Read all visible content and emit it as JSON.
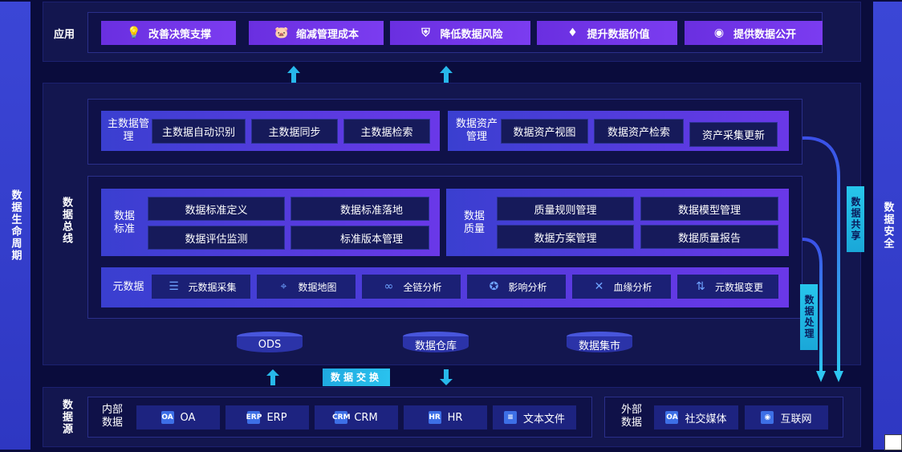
{
  "left_bar": {
    "label": "数据生命周期"
  },
  "right_bar": {
    "label": "数据安全"
  },
  "app": {
    "label": "应用",
    "items": [
      {
        "label": "改善决策支撑",
        "icon": "lightbulb-icon"
      },
      {
        "label": "缩减管理成本",
        "icon": "piggy-bank-icon"
      },
      {
        "label": "降低数据风险",
        "icon": "shield-icon"
      },
      {
        "label": "提升数据价值",
        "icon": "diamond-icon"
      },
      {
        "label": "提供数据公开",
        "icon": "eye-icon"
      }
    ]
  },
  "bus": {
    "label": "数据总线"
  },
  "master": {
    "label": "主数据管理",
    "items": [
      "主数据自动识别",
      "主数据同步",
      "主数据检索"
    ]
  },
  "asset": {
    "label": "数据资产管理",
    "items": [
      "数据资产视图",
      "数据资产检索",
      "资产采集更新"
    ]
  },
  "standard": {
    "label": "数据标准",
    "items": [
      "数据标准定义",
      "数据标准落地",
      "数据评估监测",
      "标准版本管理"
    ]
  },
  "quality": {
    "label": "数据质量",
    "items": [
      "质量规则管理",
      "数据模型管理",
      "数据方案管理",
      "数据质量报告"
    ]
  },
  "meta": {
    "label": "元数据",
    "items": [
      {
        "label": "元数据采集",
        "icon": "database-icon"
      },
      {
        "label": "数据地图",
        "icon": "map-icon"
      },
      {
        "label": "全链分析",
        "icon": "link-icon"
      },
      {
        "label": "影响分析",
        "icon": "medal-icon"
      },
      {
        "label": "血缘分析",
        "icon": "dna-icon"
      },
      {
        "label": "元数据变更",
        "icon": "change-icon"
      }
    ]
  },
  "storage": [
    "ODS",
    "数据仓库",
    "数据集市"
  ],
  "share": {
    "label": "数据共享"
  },
  "process": {
    "label": "数据处理"
  },
  "exchange": {
    "label": "数据交换"
  },
  "source": {
    "label": "数据源",
    "internal_label": "内部数据",
    "internal": [
      {
        "label": "OA",
        "icon": "oa-icon",
        "glyph": "OA"
      },
      {
        "label": "ERP",
        "icon": "erp-icon",
        "glyph": "ERP"
      },
      {
        "label": "CRM",
        "icon": "crm-icon",
        "glyph": "CRM"
      },
      {
        "label": "HR",
        "icon": "hr-icon",
        "glyph": "HR"
      },
      {
        "label": "文本文件",
        "icon": "document-icon",
        "glyph": "≡"
      }
    ],
    "external_label": "外部数据",
    "external": [
      {
        "label": "社交媒体",
        "icon": "social-icon",
        "glyph": "OA"
      },
      {
        "label": "互联网",
        "icon": "globe-icon",
        "glyph": "◉"
      }
    ]
  },
  "colors": {
    "background": "#0a0c3c",
    "accent_purple": "#6a2fe0",
    "accent_blue": "#3b46d6",
    "accent_cyan": "#27c6ec"
  }
}
